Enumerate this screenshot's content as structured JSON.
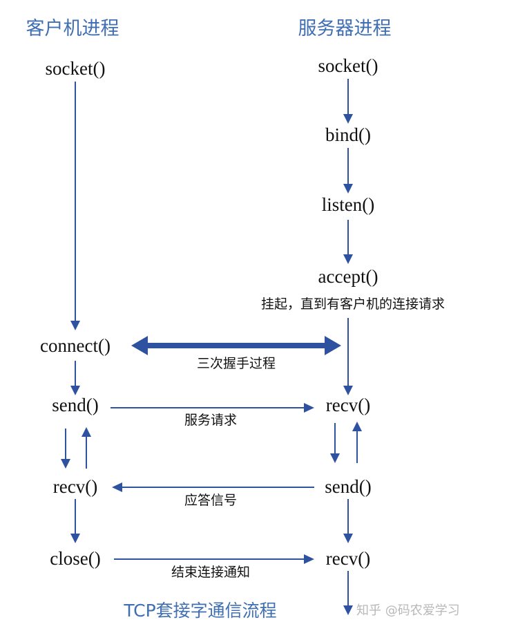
{
  "headers": {
    "client": "客户机进程",
    "server": "服务器进程"
  },
  "client_steps": {
    "socket": "socket()",
    "connect": "connect()",
    "send": "send()",
    "recv": "recv()",
    "close": "close()"
  },
  "server_steps": {
    "socket": "socket()",
    "bind": "bind()",
    "listen": "listen()",
    "accept": "accept()",
    "accept_note": "挂起，直到有客户机的连接请求",
    "recv1": "recv()",
    "send": "send()",
    "recv2": "recv()"
  },
  "messages": {
    "handshake": "三次握手过程",
    "request": "服务请求",
    "response": "应答信号",
    "close_notice": "结束连接通知"
  },
  "caption": "TCP套接字通信流程",
  "watermark": "知乎 @码农爱学习",
  "colors": {
    "title_blue": "#3f6eb3",
    "arrow_blue": "#2f52a0"
  }
}
